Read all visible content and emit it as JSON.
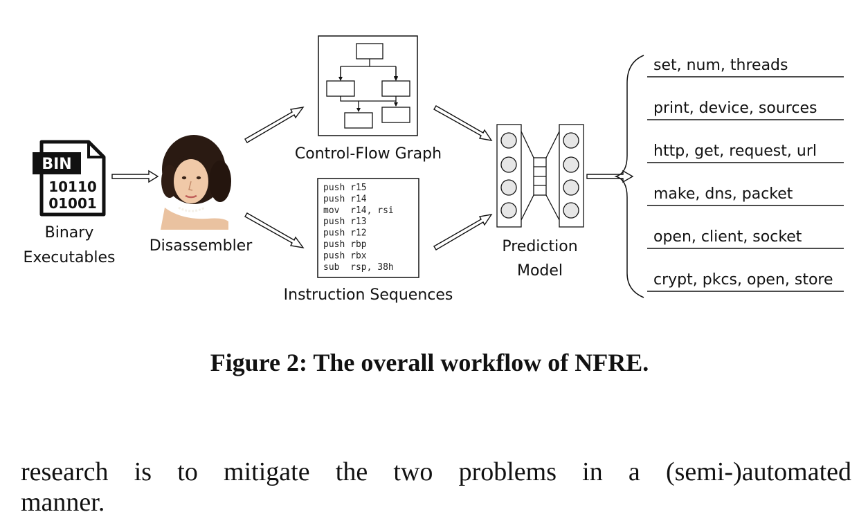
{
  "figure": {
    "bin_icon": {
      "badge": "BIN",
      "line1": "10110",
      "line2": "01001"
    },
    "binary_label": {
      "line1": "Binary",
      "line2": "Executables"
    },
    "disassembler_label": "Disassembler",
    "cfg_label": "Control-Flow Graph",
    "instr_label": "Instruction Sequences",
    "instructions": [
      "push r15",
      "push r14",
      "mov  r14, rsi",
      "push r13",
      "push r12",
      "push rbp",
      "push rbx",
      "sub  rsp, 38h"
    ],
    "model_label": {
      "line1": "Prediction",
      "line2": "Model"
    },
    "outputs": [
      "set, num, threads",
      "print, device, sources",
      "http, get, request, url",
      "make, dns, packet",
      "open, client, socket",
      "crypt, pkcs, open, store"
    ]
  },
  "caption": "Figure 2: The overall workflow of NFRE.",
  "body_text": {
    "line1": "research is to mitigate the two problems in a (semi-)automated",
    "line2": "manner."
  },
  "colors": {
    "ink": "#111111",
    "node_fill": "#e6e6e6",
    "portrait_hair": "#2a1a12",
    "portrait_skin": "#f0c9a8"
  }
}
